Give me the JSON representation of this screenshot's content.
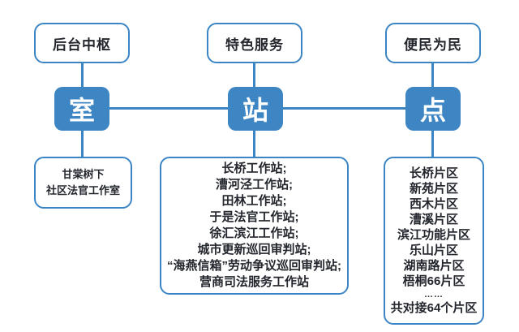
{
  "diagram": {
    "title_hint": "court-workstation-structure",
    "colors": {
      "blue_line": "#3C85C5",
      "blue_fill": "#3E86C3",
      "text_dark": "#23262D"
    },
    "columns": [
      {
        "id": "shi",
        "top_label": "后台中枢",
        "node_label": "室",
        "items": [
          "甘棠树下",
          "社区法官工作室"
        ]
      },
      {
        "id": "zhan",
        "top_label": "特色服务",
        "node_label": "站",
        "items": [
          "长桥工作站;",
          "漕河泾工作站;",
          "田林工作站;",
          "于是法官工作站;",
          "徐汇滨江工作站;",
          "城市更新巡回审判站;",
          "“海燕信箱”劳动争议巡回审判站;",
          "营商司法服务工作站"
        ]
      },
      {
        "id": "dian",
        "top_label": "便民为民",
        "node_label": "点",
        "items": [
          "长桥片区",
          "新苑片区",
          "西木片区",
          "漕溪片区",
          "滨江功能片区",
          "乐山片区",
          "湖南路片区",
          "梧桐66片区",
          "……",
          "共对接64个片区"
        ]
      }
    ]
  }
}
